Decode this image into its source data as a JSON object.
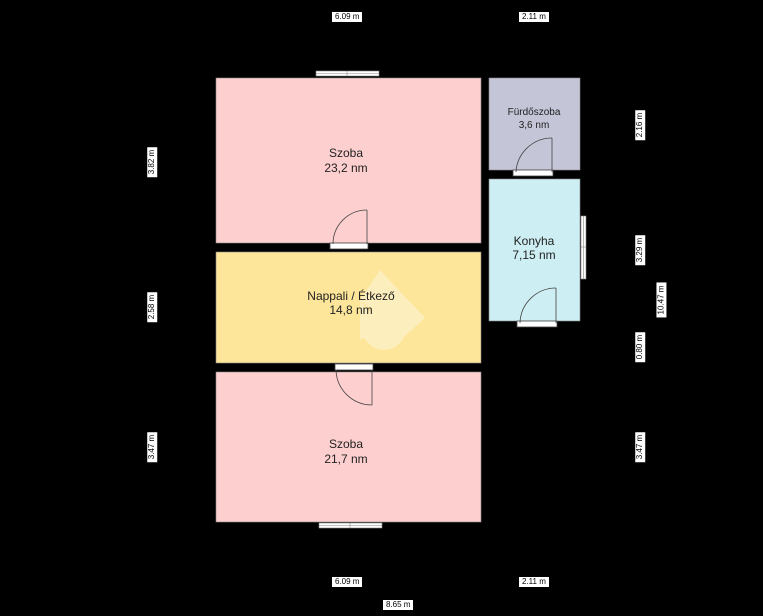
{
  "plan": {
    "rooms": [
      {
        "id": "szoba-top",
        "name": "Szoba",
        "area": "23,2 nm",
        "color": "#fecfcf"
      },
      {
        "id": "nappali",
        "name": "Nappali / Étkező",
        "area": "14,8 nm",
        "color": "#fde59a"
      },
      {
        "id": "szoba-bottom",
        "name": "Szoba",
        "area": "21,7 nm",
        "color": "#fecfcf"
      },
      {
        "id": "furdoszoba",
        "name": "Fürdőszoba",
        "area": "3,6 nm",
        "color": "#c5c5d8"
      },
      {
        "id": "konyha",
        "name": "Konyha",
        "area": "7,15 nm",
        "color": "#cdeef2"
      }
    ],
    "dimensions": {
      "top_left": "6.09 m",
      "top_right": "2.11 m",
      "bottom_left": "6.09 m",
      "bottom_right": "2.11 m",
      "bottom_total": "8.65 m",
      "left_1": "3.82 m",
      "left_2": "2.58 m",
      "left_3": "3.47 m",
      "right_1": "2.16 m",
      "right_2": "3.29 m",
      "right_3": "0.80 m",
      "right_4": "3.47 m",
      "right_total": "10.47 m"
    }
  }
}
